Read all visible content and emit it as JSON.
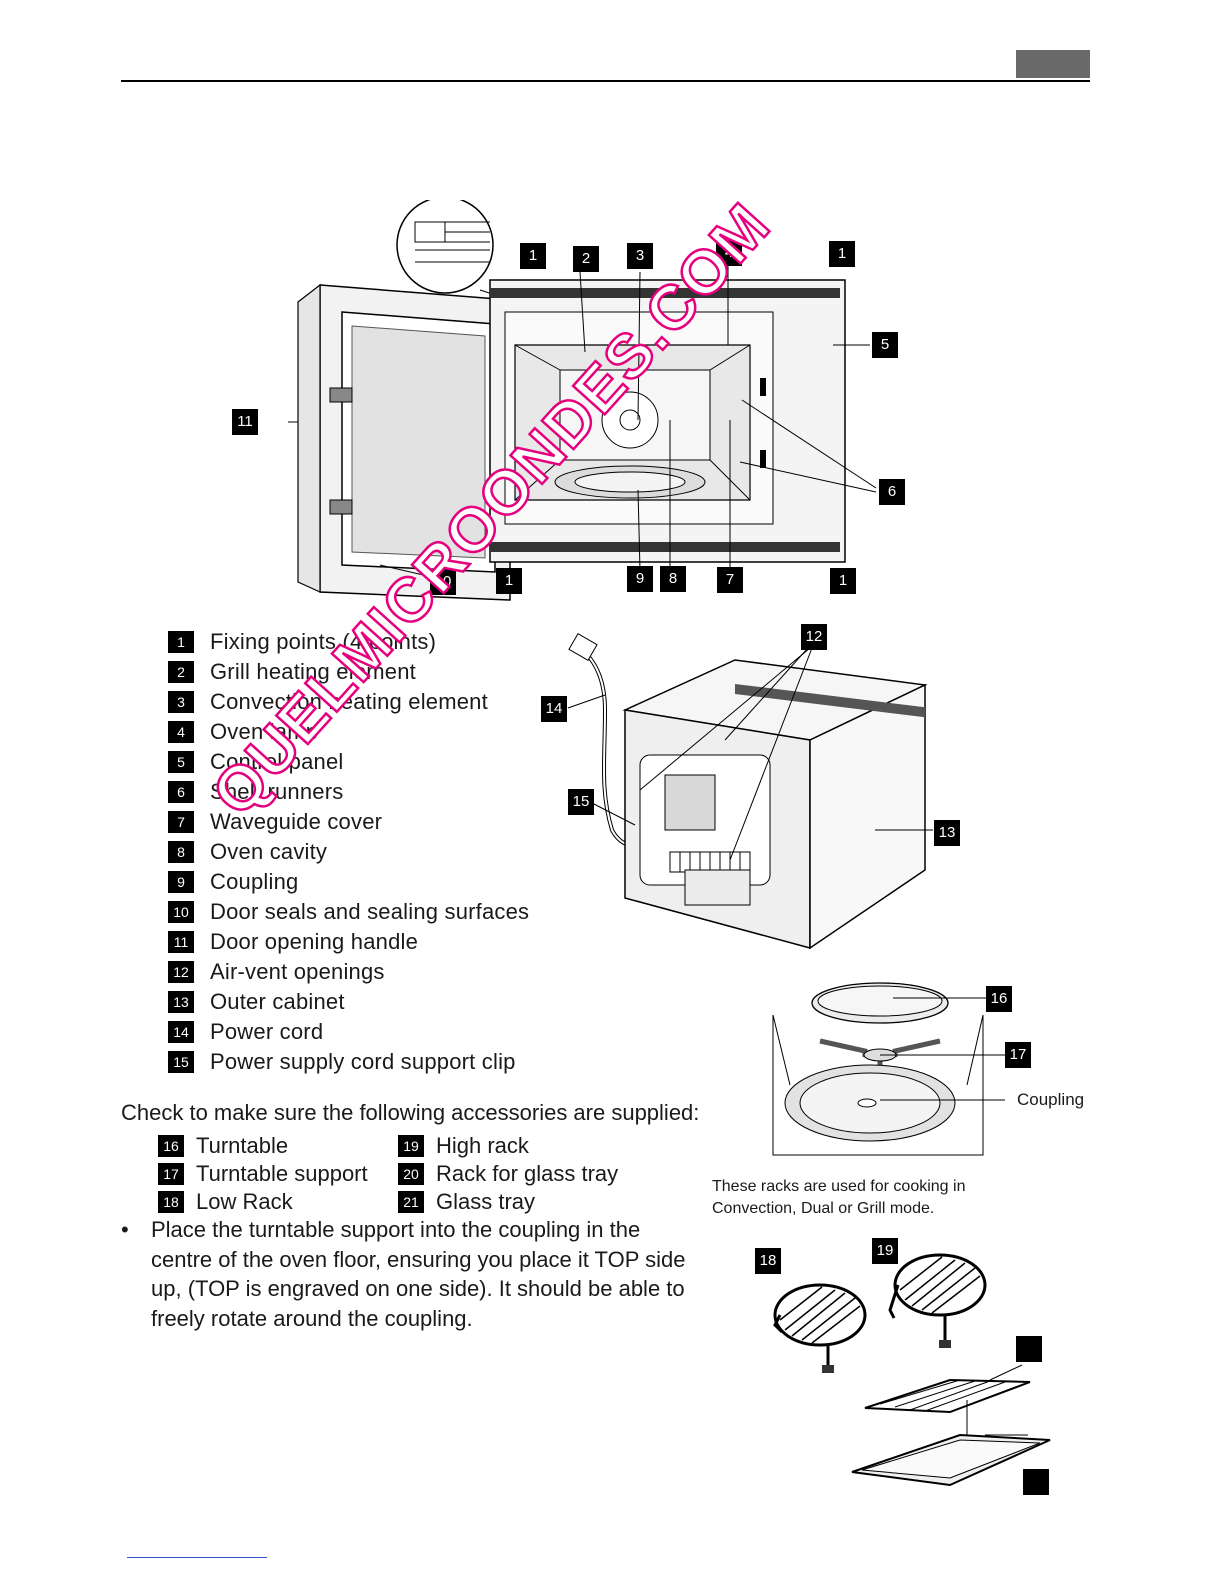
{
  "legend": [
    {
      "num": "1",
      "label": "Fixing points (4 points)"
    },
    {
      "num": "2",
      "label": "Grill heating element"
    },
    {
      "num": "3",
      "label": "Convection heating element"
    },
    {
      "num": "4",
      "label": "Oven lamp"
    },
    {
      "num": "5",
      "label": "Control panel"
    },
    {
      "num": "6",
      "label": "Shelf runners"
    },
    {
      "num": "7",
      "label": "Waveguide cover"
    },
    {
      "num": "8",
      "label": "Oven cavity"
    },
    {
      "num": "9",
      "label": "Coupling"
    },
    {
      "num": "10",
      "label": "Door seals and sealing surfaces"
    },
    {
      "num": "11",
      "label": "Door opening handle"
    },
    {
      "num": "12",
      "label": "Air-vent openings"
    },
    {
      "num": "13",
      "label": "Outer cabinet"
    },
    {
      "num": "14",
      "label": "Power cord"
    },
    {
      "num": "15",
      "label": "Power supply cord support clip"
    }
  ],
  "accessories_intro": "Check to make sure the following accessories are supplied:",
  "accessories": [
    {
      "num": "16",
      "label": "Turntable"
    },
    {
      "num": "17",
      "label": "Turntable support"
    },
    {
      "num": "18",
      "label": "Low Rack"
    },
    {
      "num": "19",
      "label": "High rack"
    },
    {
      "num": "20",
      "label": "Rack for glass tray"
    },
    {
      "num": "21",
      "label": "Glass tray"
    }
  ],
  "bullet": "Place the turntable support into the coupling in the centre of the oven floor, ensuring you place it TOP side up, (TOP is engraved on one side).  It should be able to freely rotate around the coupling.",
  "rack_note": "These racks are used for cooking in Convection, Dual or Grill mode.",
  "coupling_label": "Coupling",
  "watermark": "QUELMICROONDES.COM",
  "diagram_callouts": {
    "c1a": "1",
    "c2": "2",
    "c3": "3",
    "c4": "4",
    "c1b": "1",
    "c5": "5",
    "c11": "11",
    "c6": "6",
    "c10": "10",
    "c1c": "1",
    "c9": "9",
    "c8": "8",
    "c7": "7",
    "c1d": "1",
    "c12": "12",
    "c14": "14",
    "c15": "15",
    "c13": "13",
    "c16": "16",
    "c17": "17",
    "c18": "18",
    "c19": "19"
  }
}
